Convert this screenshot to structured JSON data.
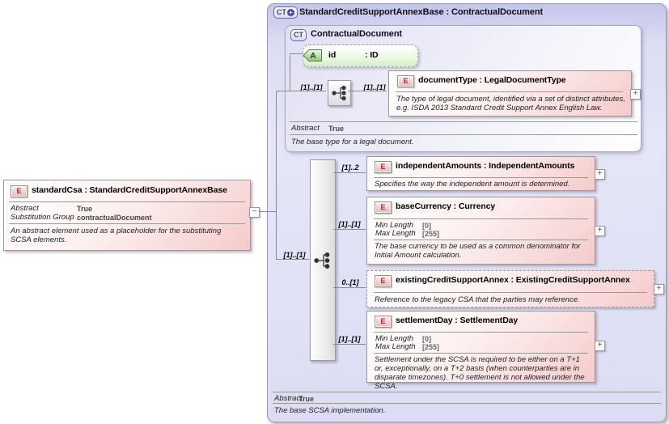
{
  "glyphs": {
    "expand": "+",
    "collapse": "−"
  },
  "left_element": {
    "icon": "E",
    "title": "standardCsa : StandardCreditSupportAnnexBase",
    "rows": [
      {
        "label": "Abstract",
        "value": "True"
      },
      {
        "label": "Substitution Group",
        "value": "contractualDocument"
      }
    ],
    "annotation": "An abstract element used as a placeholder for the substituting SCSA elements."
  },
  "outer": {
    "icon": "CT",
    "title": "StandardCreditSupportAnnexBase : ContractualDocument",
    "model_group_cardinality": "[1]..[1]",
    "footer_label": "Abstract",
    "footer_value": "True",
    "annotation": "The base SCSA implementation."
  },
  "base_box": {
    "icon": "CT",
    "title": "ContractualDocument",
    "attribute": {
      "icon": "A",
      "name": "id",
      "type": ": ID"
    },
    "card_left": "[1]..[1]",
    "card_right": "[1]..[1]",
    "element": {
      "icon": "E",
      "title": "documentType : LegalDocumentType",
      "annotation": "The type of legal document, identified via a set of distinct attributes, e.g. ISDA 2013 Standard Credit Support Annex English Law."
    },
    "footer_label": "Abstract",
    "footer_value": "True",
    "annotation": "The base type for a legal document."
  },
  "children": [
    {
      "cardinality": "[1]..2",
      "icon": "E",
      "title": "independentAmounts : IndependentAmounts",
      "annotation": "Specifies the way the independent amount is determined."
    },
    {
      "cardinality": "[1]..[1]",
      "icon": "E",
      "title": "baseCurrency : Currency",
      "facets": [
        {
          "label": "Min Length",
          "value": "[0]"
        },
        {
          "label": "Max Length",
          "value": "[255]"
        }
      ],
      "annotation": "The base currency to be used as a common denominator for Initial Amount calculation."
    },
    {
      "cardinality": "0..[1]",
      "icon": "E",
      "title": "existingCreditSupportAnnex : ExistingCreditSupportAnnex",
      "annotation": "Reference to the legacy CSA that the parties may reference."
    },
    {
      "cardinality": "[1]..[1]",
      "icon": "E",
      "title": "settlementDay : SettlementDay",
      "facets": [
        {
          "label": "Min Length",
          "value": "[0]"
        },
        {
          "label": "Max Length",
          "value": "[255]"
        }
      ],
      "annotation": "Settlement under the SCSA is required to be either on a T+1 or, exceptionally, on a T+2 basis (when counterparties are in disparate timezones). T+0 settlement is not allowed under the SCSA."
    }
  ]
}
